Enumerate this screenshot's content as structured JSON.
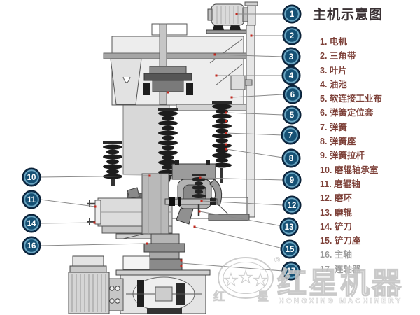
{
  "legend": {
    "title": "主机示意图",
    "items": [
      "1. 电机",
      "2. 三角带",
      "3. 叶片",
      "4. 油池",
      "5. 软连接工业布",
      "6. 弹簧定位套",
      "7. 弹簧",
      "8. 弹簧座",
      "9. 弹簧拉杆",
      "10. 磨辊轴承室",
      "11. 磨辊轴",
      "12. 磨环",
      "13. 磨辊",
      "14. 铲刀",
      "15. 铲刀座",
      "16. 主轴",
      "17. 连轴器"
    ]
  },
  "callouts": {
    "right": [
      "1",
      "2",
      "3",
      "4",
      "6",
      "5",
      "7",
      "8",
      "9",
      "12",
      "13",
      "15",
      "17"
    ],
    "left": [
      "10",
      "11",
      "14",
      "16"
    ]
  },
  "watermark": {
    "logo_star_left": "★",
    "logo_star_mid": "★",
    "logo_star_right": "★",
    "registered": "®",
    "logo_cn_left": "红",
    "logo_cn_right": "星",
    "cn": "红星机器",
    "en": "HONGXING MACHINERY"
  },
  "colors": {
    "legend_title": "#3a3134",
    "legend_item": "#7d4038",
    "legend_item_muted": "#9b9b9b",
    "badge_fill": "#0d2c49",
    "badge_inner": "#155074",
    "badge_ring": "#6aa6c2",
    "badge_text": "#ffffff",
    "leader_line": "#8a8a8a",
    "marker_red": "#c4281e",
    "watermark_gray": "#c8c8c8",
    "drawing_stroke": "#555555"
  }
}
